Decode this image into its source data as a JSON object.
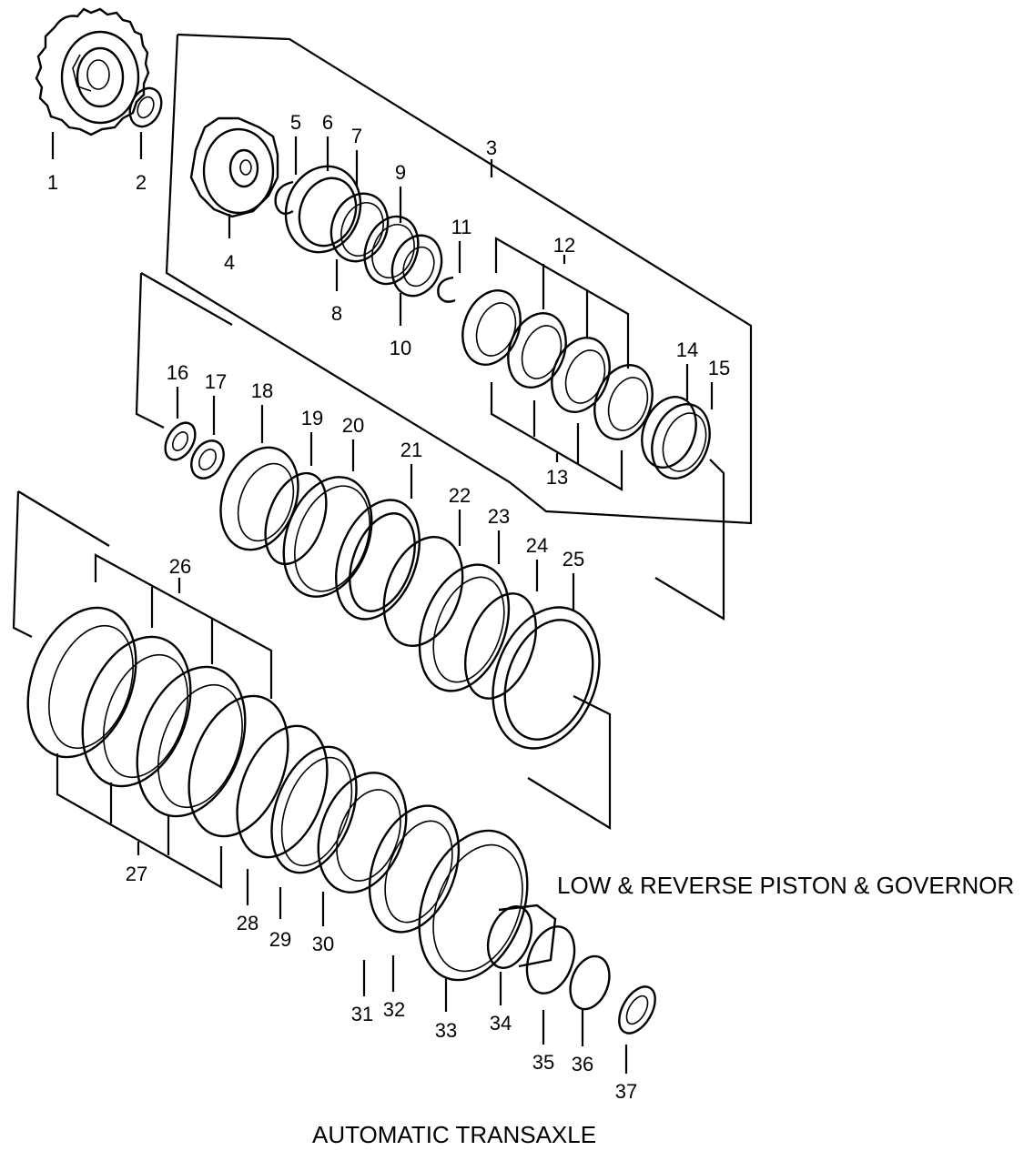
{
  "diagram": {
    "title": "AUTOMATIC TRANSAXLE",
    "subtitle": "LOW & REVERSE PISTON & GOVERNOR",
    "callouts": [
      "1",
      "2",
      "3",
      "4",
      "5",
      "6",
      "7",
      "8",
      "9",
      "10",
      "11",
      "12",
      "13",
      "14",
      "15",
      "16",
      "17",
      "18",
      "19",
      "20",
      "21",
      "22",
      "23",
      "24",
      "25",
      "26",
      "27",
      "28",
      "29",
      "30",
      "31",
      "32",
      "33",
      "34",
      "35",
      "36",
      "37"
    ]
  }
}
